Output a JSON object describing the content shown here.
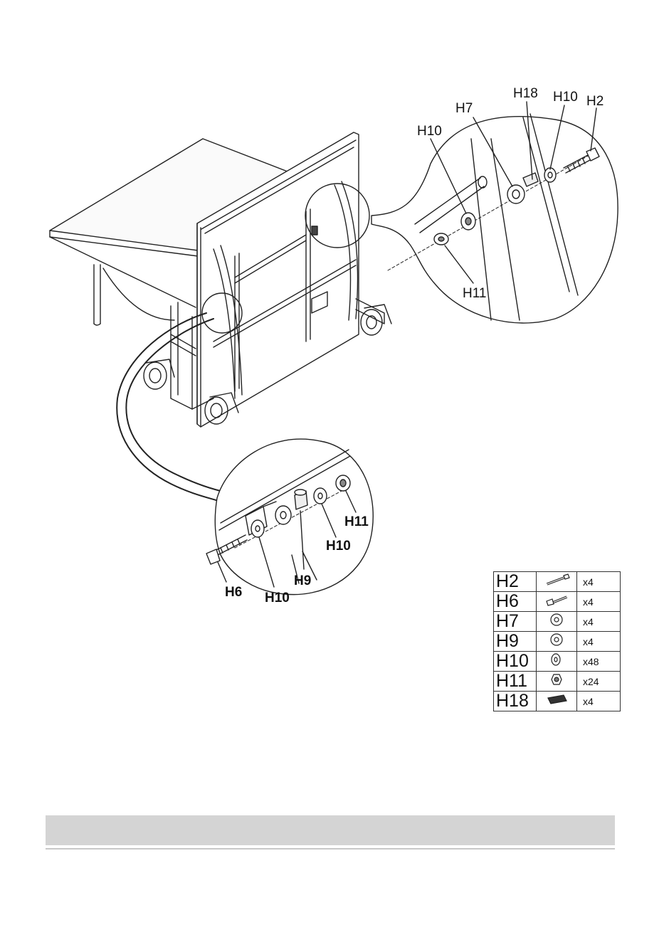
{
  "top_callouts": [
    "H10",
    "H7",
    "H18",
    "H10",
    "H2",
    "H11"
  ],
  "bottom_callouts": [
    "H11",
    "H10",
    "H9",
    "H10",
    "H6"
  ],
  "parts": [
    {
      "code": "H2",
      "qty": "x4",
      "icon": "long-bolt-icon"
    },
    {
      "code": "H6",
      "qty": "x4",
      "icon": "short-bolt-icon"
    },
    {
      "code": "H7",
      "qty": "x4",
      "icon": "thick-spacer-icon"
    },
    {
      "code": "H9",
      "qty": "x4",
      "icon": "spacer-icon"
    },
    {
      "code": "H10",
      "qty": "x48",
      "icon": "washer-icon"
    },
    {
      "code": "H11",
      "qty": "x24",
      "icon": "nut-icon"
    },
    {
      "code": "H18",
      "qty": "x4",
      "icon": "end-cap-icon"
    }
  ]
}
